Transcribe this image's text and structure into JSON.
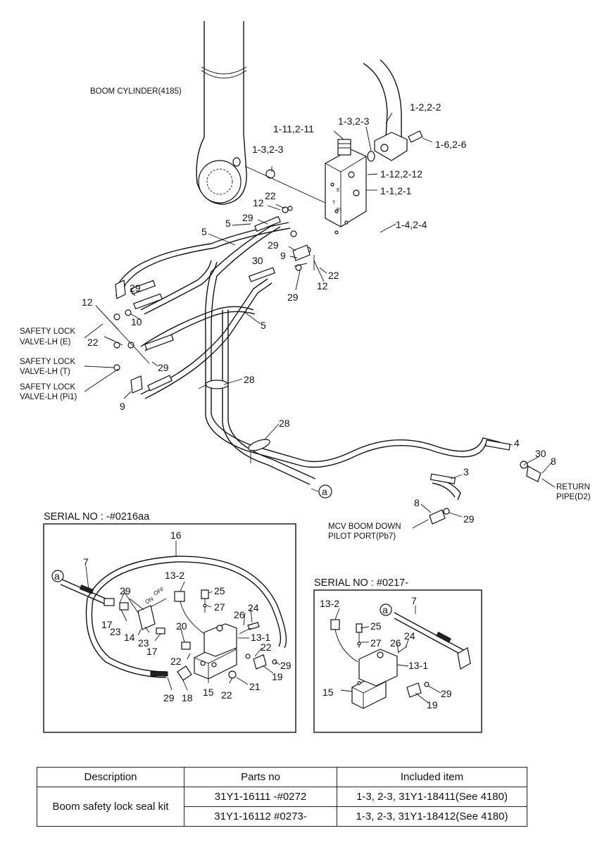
{
  "callouts": {
    "boom_cylinder": "BOOM CYLINDER(4185)",
    "p1_2_2_2": "1-2,2-2",
    "p1_3_2_3": "1-3,2-3",
    "p1_11_2_11": "1-11,2-11",
    "p1_6_2_6": "1-6,2-6",
    "p1_3_2_3b": "1-3,2-3",
    "p1_12_2_12": "1-12,2-12",
    "p1_1_2_1": "1-1,2-1",
    "p1_4_2_4": "1-4,2-4",
    "p22a": "22",
    "p12a": "12",
    "p29a": "29",
    "p5a": "5",
    "p5b": "5",
    "p29b": "29",
    "p30a": "30",
    "p9a": "9",
    "p22b": "22",
    "p12b": "12",
    "p29c": "29",
    "p29d": "29",
    "p12c": "12",
    "p10": "10",
    "p22c": "22",
    "p29e": "29",
    "p9b": "9",
    "p5c": "5",
    "p28a": "28",
    "p28b": "28",
    "p4": "4",
    "p30b": "30",
    "p8a": "8",
    "p3": "3",
    "p8b": "8",
    "p29f": "29",
    "safety_e_1": "SAFETY LOCK",
    "safety_e_2": "VALVE-LH (E)",
    "safety_t_1": "SAFETY LOCK",
    "safety_t_2": "VALVE-LH (T)",
    "safety_p_1": "SAFETY LOCK",
    "safety_p_2": "VALVE-LH (Pi1)",
    "return_1": "RETURN",
    "return_2": "PIPE(D2)",
    "mcv_1": "MCV BOOM DOWN",
    "mcv_2": "PILOT PORT(Pb7)",
    "circle_a": "a"
  },
  "inset1": {
    "serial": "SERIAL NO : -#0216aa",
    "labels": {
      "l16": "16",
      "l7": "7",
      "l13_2": "13-2",
      "l25": "25",
      "l27": "27",
      "l29a": "29",
      "l26": "26",
      "l24": "24",
      "l13_1": "13-1",
      "l17a": "17",
      "l23a": "23",
      "l14": "14",
      "l23b": "23",
      "l17b": "17",
      "l20": "20",
      "l22a": "22",
      "l22b": "22",
      "l29b": "29",
      "l19": "19",
      "l29c": "29",
      "l18": "18",
      "l15": "15",
      "l22c": "22",
      "l21": "21",
      "on": "ON",
      "off": "OFF",
      "a": "a"
    }
  },
  "inset2": {
    "serial": "SERIAL NO : #0217-",
    "labels": {
      "l13_2": "13-2",
      "l7": "7",
      "l25": "25",
      "l27": "27",
      "l26": "26",
      "l24": "24",
      "l13_1": "13-1",
      "l29": "29",
      "l15": "15",
      "l19": "19",
      "a": "a"
    }
  },
  "table": {
    "headers": [
      "Description",
      "Parts no",
      "Included item"
    ],
    "description": "Boom safety lock seal kit",
    "rows": [
      {
        "part_no": "31Y1-16111  -#0272",
        "included": "1-3, 2-3, 31Y1-18411(See 4180)"
      },
      {
        "part_no": "31Y1-16112  #0273-",
        "included": "1-3, 2-3, 31Y1-18412(See 4180)"
      }
    ]
  }
}
